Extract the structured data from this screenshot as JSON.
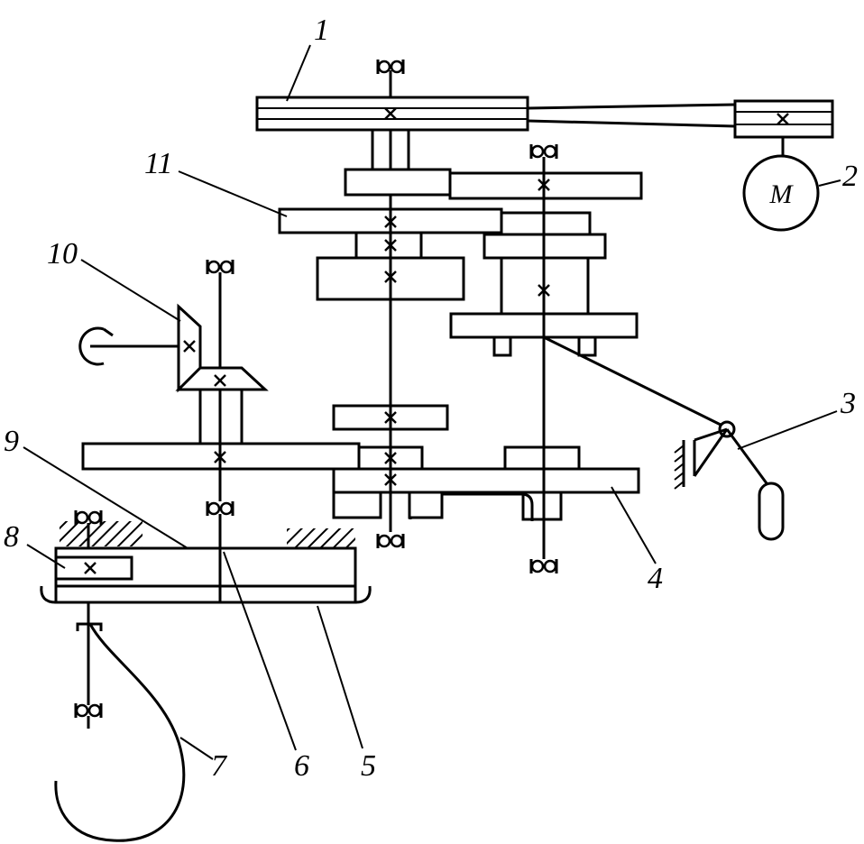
{
  "diagram": {
    "motor_symbol": "M",
    "callouts": [
      "1",
      "2",
      "3",
      "4",
      "5",
      "6",
      "7",
      "8",
      "9",
      "10",
      "11"
    ]
  }
}
